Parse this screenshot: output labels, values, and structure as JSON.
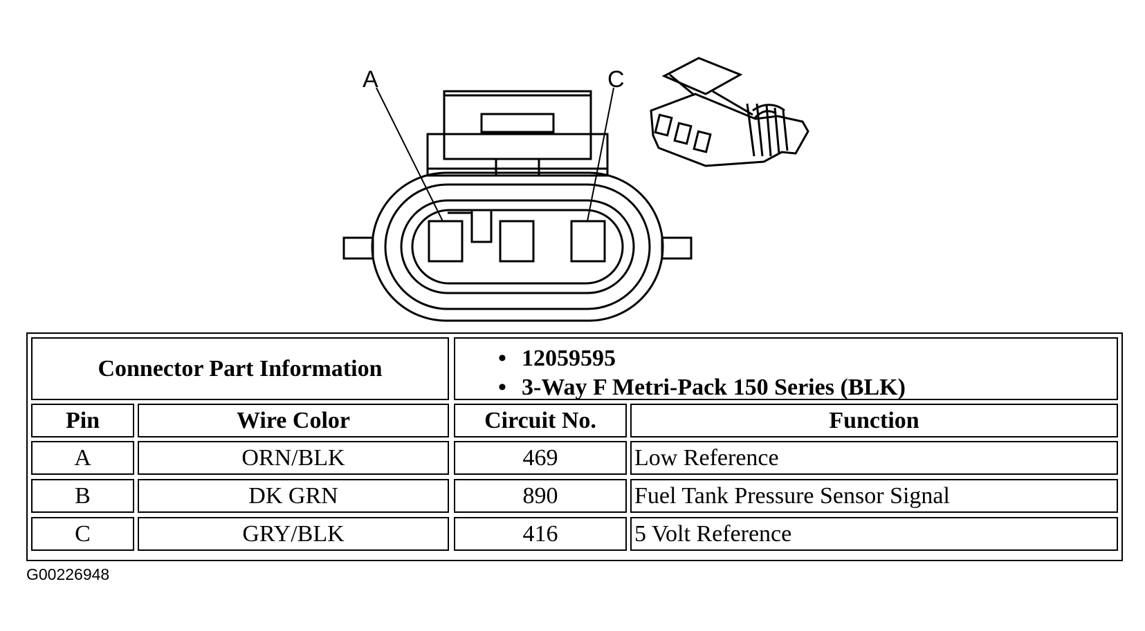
{
  "diagram": {
    "callouts": [
      "A",
      "C"
    ]
  },
  "table": {
    "part_info_label": "Connector Part Information",
    "part_numbers": [
      "12059595",
      "3-Way F Metri-Pack 150 Series (BLK)"
    ],
    "bullet": "•",
    "headers": {
      "pin": "Pin",
      "wire_color": "Wire Color",
      "circuit": "Circuit No.",
      "function": "Function"
    },
    "rows": [
      {
        "pin": "A",
        "wire_color": "ORN/BLK",
        "circuit": "469",
        "function": "Low Reference"
      },
      {
        "pin": "B",
        "wire_color": "DK GRN",
        "circuit": "890",
        "function": "Fuel Tank Pressure Sensor Signal"
      },
      {
        "pin": "C",
        "wire_color": "GRY/BLK",
        "circuit": "416",
        "function": "5 Volt Reference"
      }
    ]
  },
  "figure_id": "G00226948"
}
